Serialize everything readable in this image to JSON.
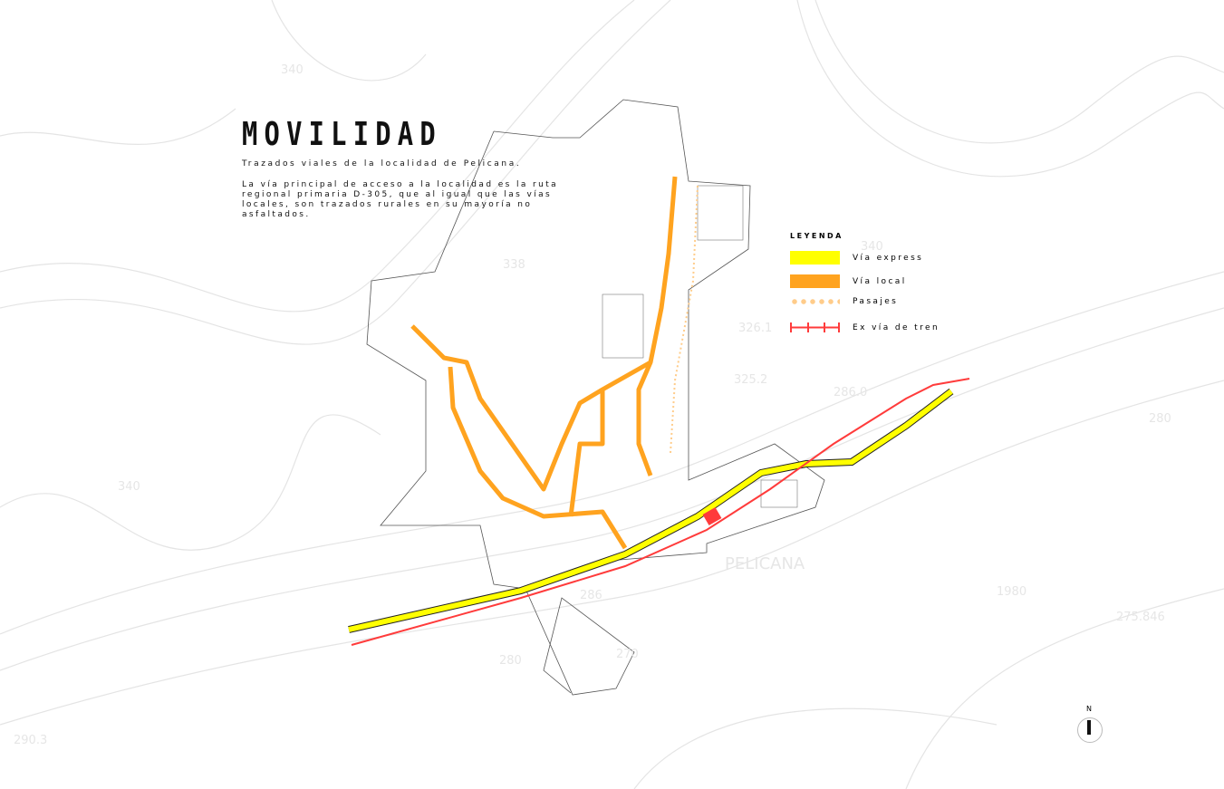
{
  "header": {
    "title": "MOVILIDAD",
    "subtitle": "Trazados viales de la localidad de Pelicana.",
    "description": "La vía principal de acceso a la localidad es la ruta regional primaria D-305, que al igual que las vías locales, son trazados rurales en su mayoría no asfaltados."
  },
  "legend": {
    "title": "LEYENDA",
    "items": [
      {
        "label": "Vía express",
        "color": "#ffff00",
        "icon": "solid-band"
      },
      {
        "label": "Vía local",
        "color": "#ffa31f",
        "icon": "solid-band"
      },
      {
        "label": "Pasajes",
        "color": "#ffcc8a",
        "icon": "dotted-line"
      },
      {
        "label": "Ex vía de tren",
        "color": "#ff3b3b",
        "icon": "rail-line"
      }
    ]
  },
  "map": {
    "place_label": "PELICANA",
    "contour_labels": [
      "340",
      "340",
      "338",
      "326.1",
      "325.2",
      "286.0",
      "280",
      "1980",
      "275.846",
      "290.3",
      "280",
      "270",
      "286",
      "340"
    ]
  },
  "north": {
    "label": "N"
  }
}
